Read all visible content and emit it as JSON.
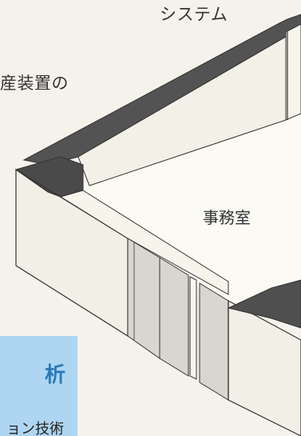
{
  "heading": {
    "line1": "システム",
    "line2": "産装置の"
  },
  "floorplan": {
    "room_label": "事務室"
  },
  "banner": {
    "title": "析",
    "subtitle": "ョン技術"
  },
  "colors": {
    "wall_face": "#f3f1e7",
    "wall_top": "#535353",
    "floor": "#fbfaf3",
    "door": "#d6d4cd",
    "line": "#333333",
    "banner_bg": "#aed5f1",
    "banner_text": "#2a7ab8"
  }
}
